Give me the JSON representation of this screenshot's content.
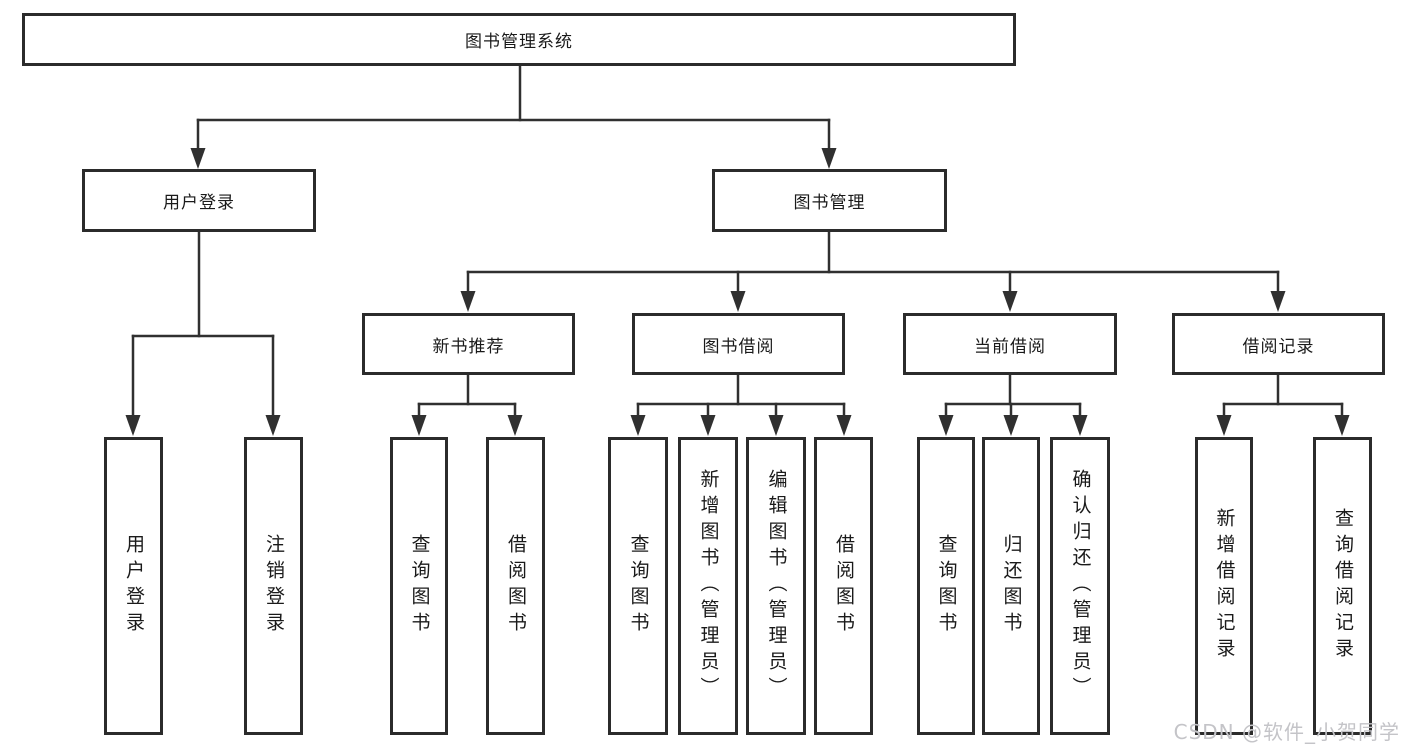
{
  "tree": {
    "label": "图书管理系统",
    "children": [
      {
        "label": "用户登录",
        "children": [
          {
            "label": "用户登录"
          },
          {
            "label": "注销登录"
          }
        ]
      },
      {
        "label": "图书管理",
        "children": [
          {
            "label": "新书推荐",
            "children": [
              {
                "label": "查询图书"
              },
              {
                "label": "借阅图书"
              }
            ]
          },
          {
            "label": "图书借阅",
            "children": [
              {
                "label": "查询图书"
              },
              {
                "label": "新增图书（管理员）"
              },
              {
                "label": "编辑图书（管理员）"
              },
              {
                "label": "借阅图书"
              }
            ]
          },
          {
            "label": "当前借阅",
            "children": [
              {
                "label": "查询图书"
              },
              {
                "label": "归还图书"
              },
              {
                "label": "确认归还（管理员）"
              }
            ]
          },
          {
            "label": "借阅记录",
            "children": [
              {
                "label": "新增借阅记录"
              },
              {
                "label": "查询借阅记录"
              }
            ]
          }
        ]
      }
    ]
  },
  "watermark": "CSDN @软件_小贺同学",
  "colors": {
    "line": "#303030",
    "box_border": "#2b2b2b",
    "text": "#1a1a1a",
    "watermark": "#c4c4c8",
    "background": "#ffffff"
  }
}
